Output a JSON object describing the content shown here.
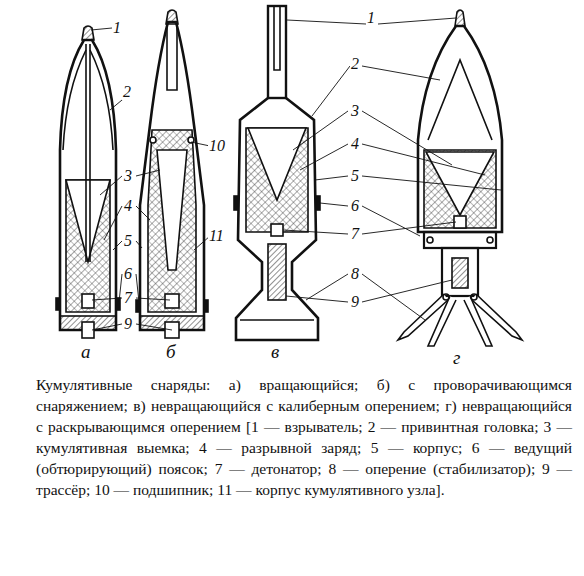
{
  "diagram": {
    "caption": "Кумулятивные снаряды: а) вращающийся; б) с проворачивающимся снаряжением; в) невращающийся с калиберным оперением; г) невращающийся с раскрывающимся оперением [1 — взрыватель; 2 — привинтная головка; 3 — кумулятивная выемка; 4 — разрывной заряд; 5 — корпус; 6 — ведущий (обтюрирующий) поясок; 7 — детонатор; 8 — оперение (стабилизатор); 9 — трассёр; 10 — подшипник; 11 — корпус кумулятивного узла].",
    "labels": [
      "1",
      "2",
      "10",
      "3",
      "4",
      "11",
      "5",
      "6",
      "7",
      "9",
      "1",
      "2",
      "3",
      "4",
      "5",
      "6",
      "7",
      "8",
      "9",
      "а",
      "б",
      "в",
      "г"
    ]
  }
}
